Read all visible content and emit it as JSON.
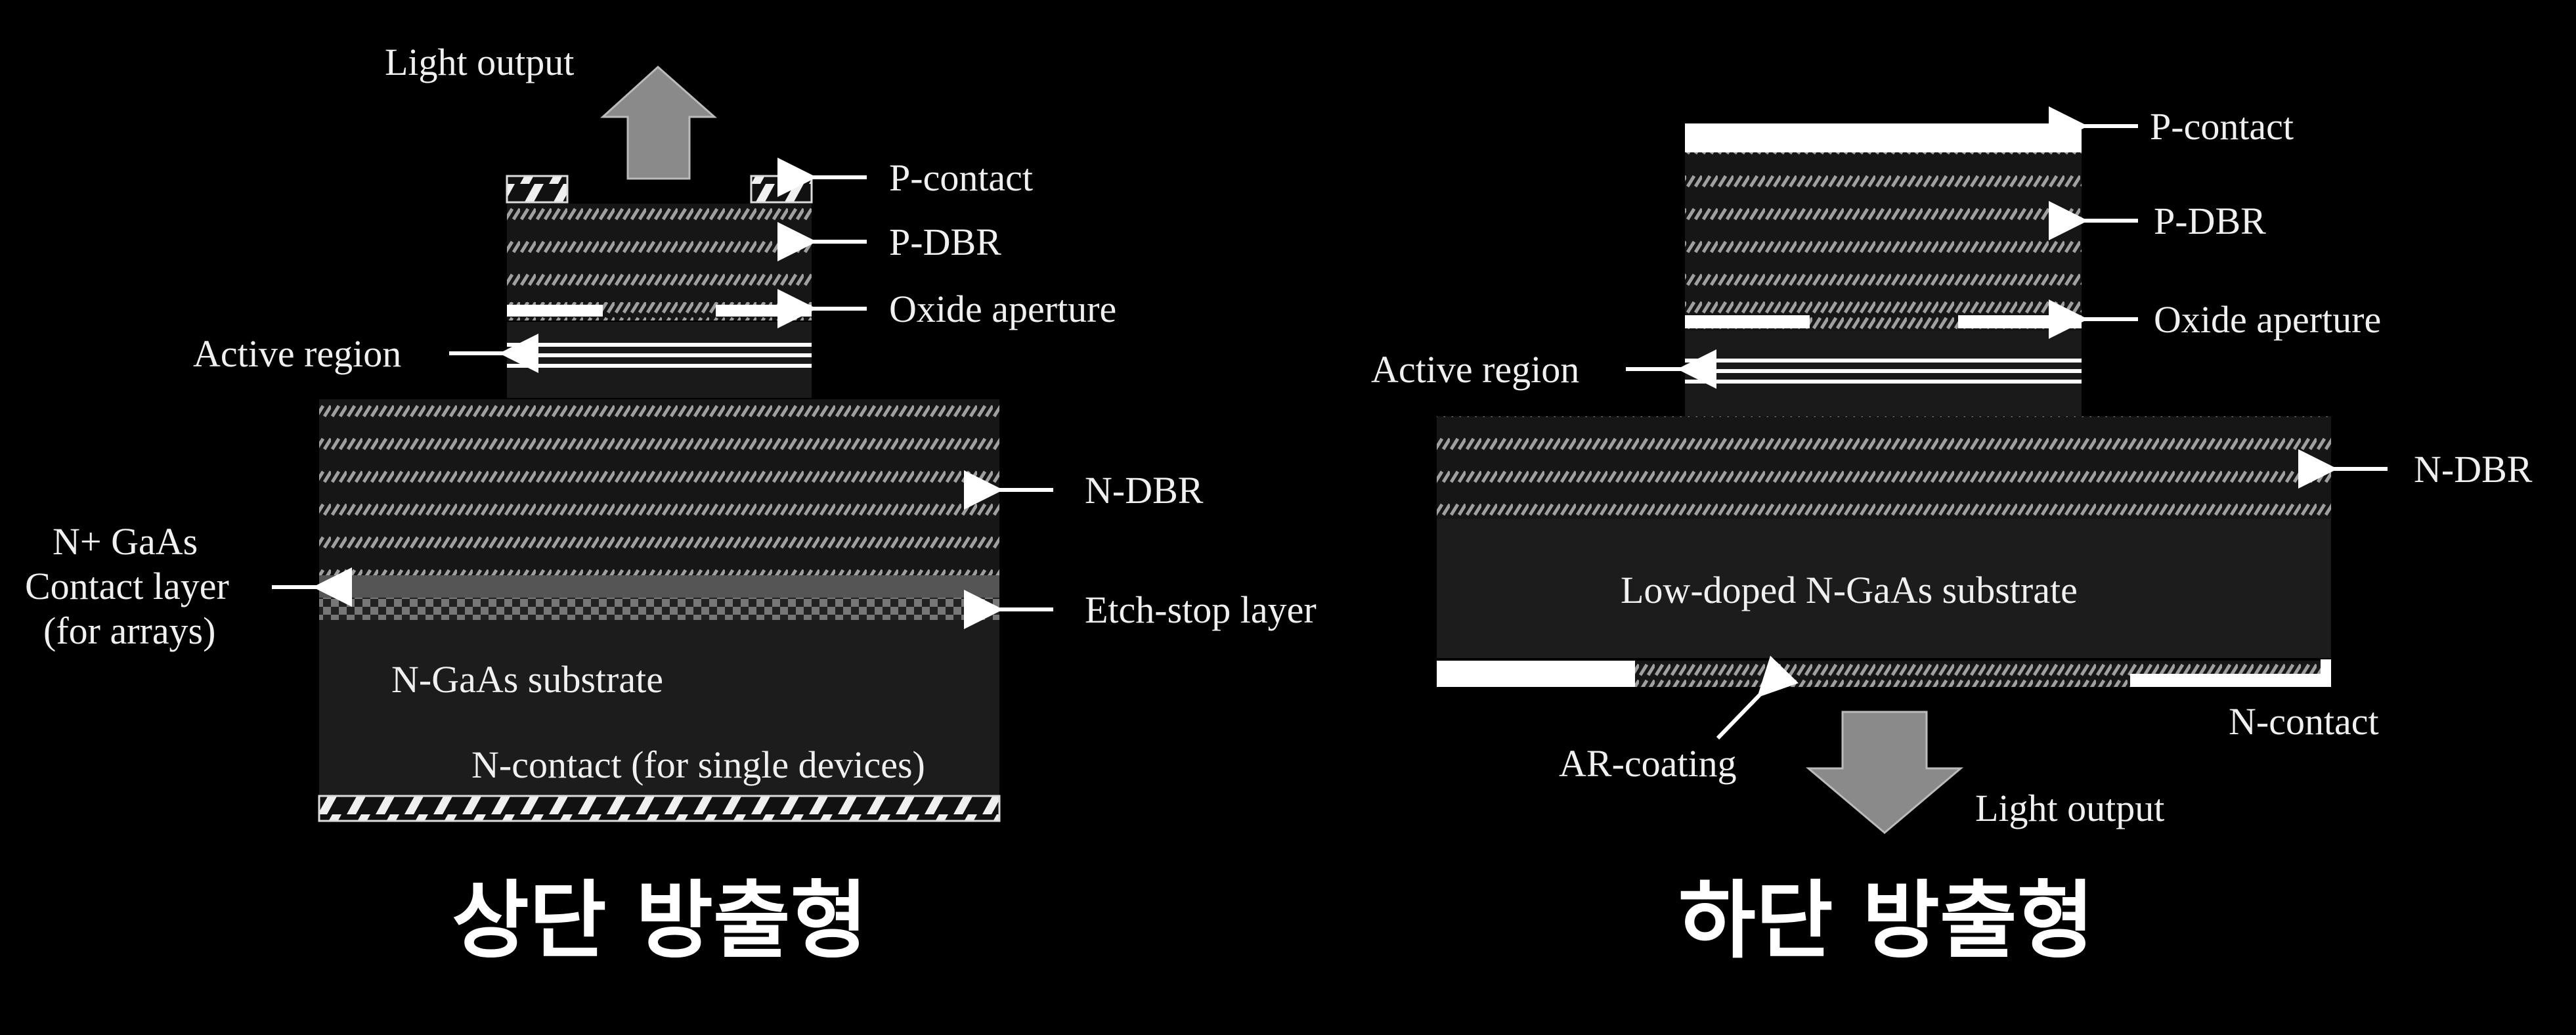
{
  "top_emitting": {
    "title": "상단 방출형",
    "light_output": "Light output",
    "p_contact": "P-contact",
    "p_dbr": "P-DBR",
    "oxide_aperture": "Oxide aperture",
    "active_region": "Active region",
    "n_dbr": "N-DBR",
    "contact_layer_line1": "N+ GaAs",
    "contact_layer_line2": "Contact layer",
    "contact_layer_line3": "(for arrays)",
    "etch_stop": "Etch-stop layer",
    "substrate": "N-GaAs substrate",
    "n_contact": "N-contact (for single devices)"
  },
  "bottom_emitting": {
    "title": "하단 방출형",
    "p_contact": "P-contact",
    "p_dbr": "P-DBR",
    "oxide_aperture": "Oxide aperture",
    "active_region": "Active region",
    "n_dbr": "N-DBR",
    "substrate": "Low-doped N-GaAs substrate",
    "ar_coating": "AR-coating",
    "n_contact": "N-contact",
    "light_output": "Light output"
  },
  "colors": {
    "background": "#000000",
    "layer_dark": "#1a1a1a",
    "stripe": "#9a9a9a",
    "arrow_fill": "#8a8a8a",
    "text": "#f0f0f0"
  }
}
